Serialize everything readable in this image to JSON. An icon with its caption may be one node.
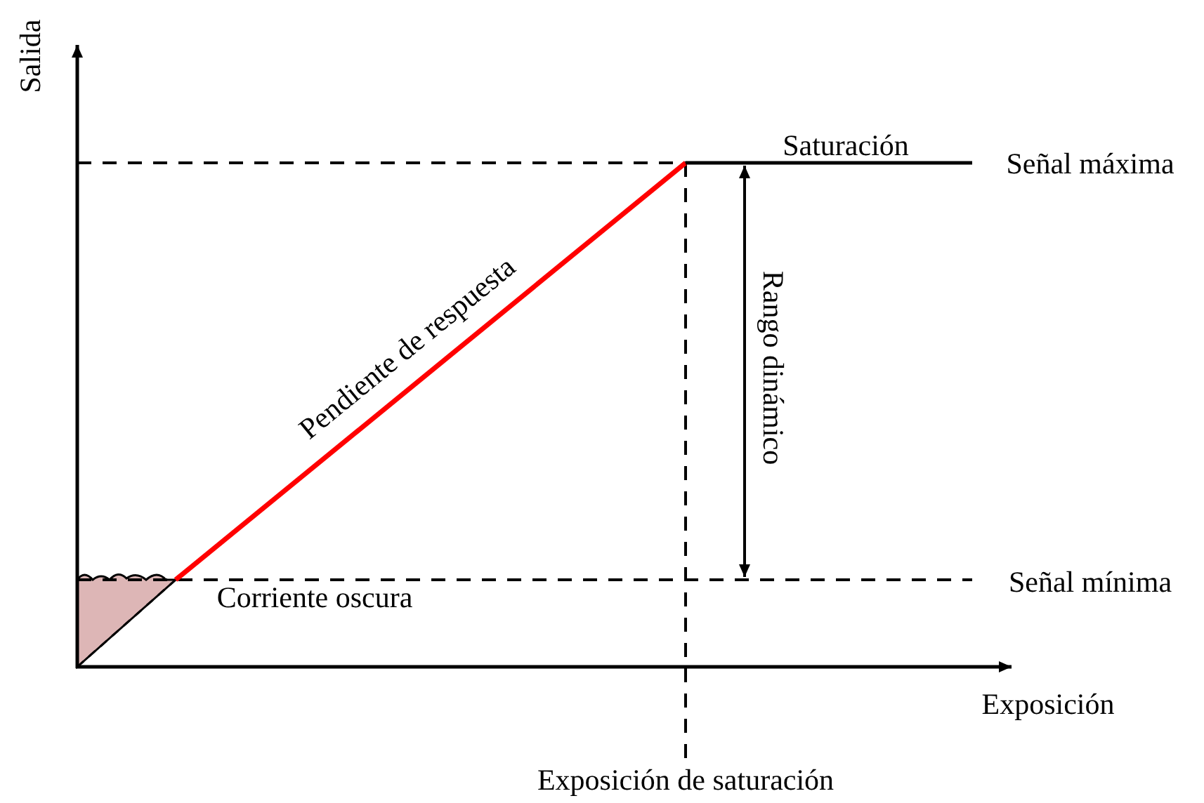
{
  "diagram": {
    "labels": [
      "Salida",
      "Saturación",
      "Señal máxima",
      "Pendiente de respuesta",
      "Rango dinámico",
      "Señal mínima",
      "Corriente oscura",
      "Exposición",
      "Exposición de saturación"
    ]
  }
}
